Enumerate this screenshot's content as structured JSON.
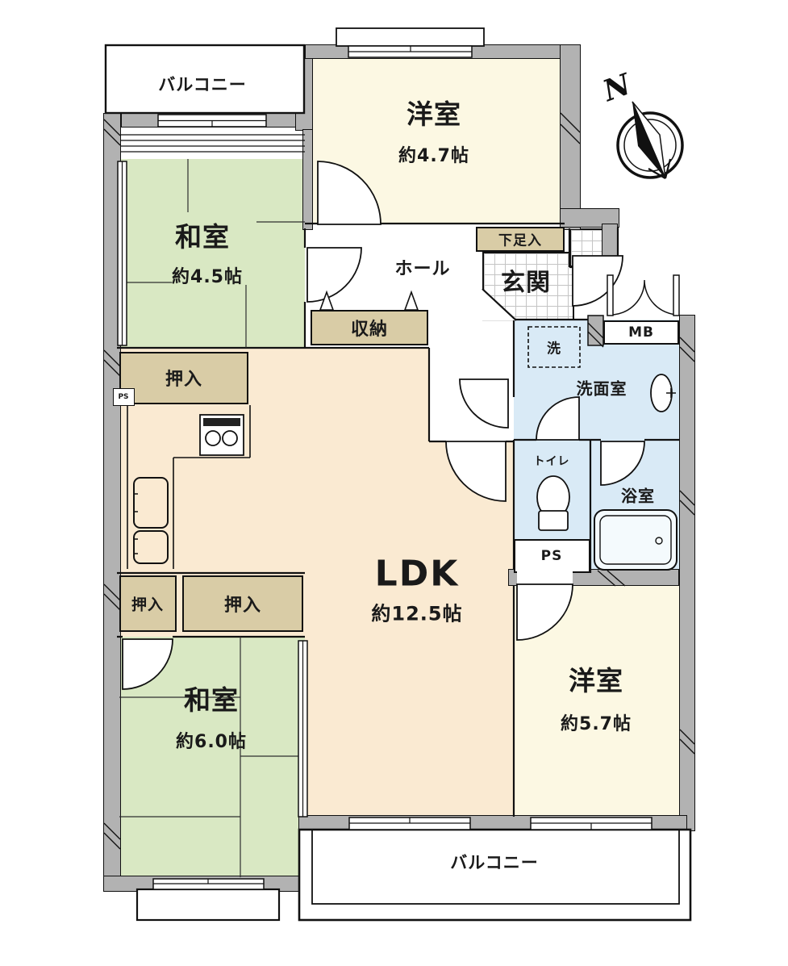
{
  "compass": {
    "label": "N"
  },
  "colors": {
    "wall_gray": "#b2b2b2",
    "western_room": "#fcf8e3",
    "japanese_room": "#d9e8c3",
    "ldk": "#faead2",
    "wet_area": "#d9eaf6",
    "closet_tan": "#d9cca6",
    "line": "#111111"
  },
  "rooms": {
    "balcony_top": {
      "name": "バルコニー"
    },
    "western_47": {
      "name": "洋室",
      "area": "約4.7帖"
    },
    "japanese_45": {
      "name": "和室",
      "area": "約4.5帖"
    },
    "hall": {
      "name": "ホール"
    },
    "shoe_box": {
      "name": "下足入"
    },
    "entrance": {
      "name": "玄関"
    },
    "storage": {
      "name": "収納"
    },
    "closet_upper": {
      "name": "押入"
    },
    "ps_left": {
      "name": "PS"
    },
    "washer": {
      "name": "洗"
    },
    "washroom": {
      "name": "洗面室"
    },
    "meter_box": {
      "name": "MB"
    },
    "toilet": {
      "name": "トイレ"
    },
    "bathroom": {
      "name": "浴室"
    },
    "pipe_space": {
      "name": "PS"
    },
    "ldk": {
      "name": "LDK",
      "area": "約12.5帖"
    },
    "closet_lower_left": {
      "name": "押入"
    },
    "closet_lower_right": {
      "name": "押入"
    },
    "japanese_60": {
      "name": "和室",
      "area": "約6.0帖"
    },
    "western_57": {
      "name": "洋室",
      "area": "約5.7帖"
    },
    "balcony_bottom": {
      "name": "バルコニー"
    }
  }
}
